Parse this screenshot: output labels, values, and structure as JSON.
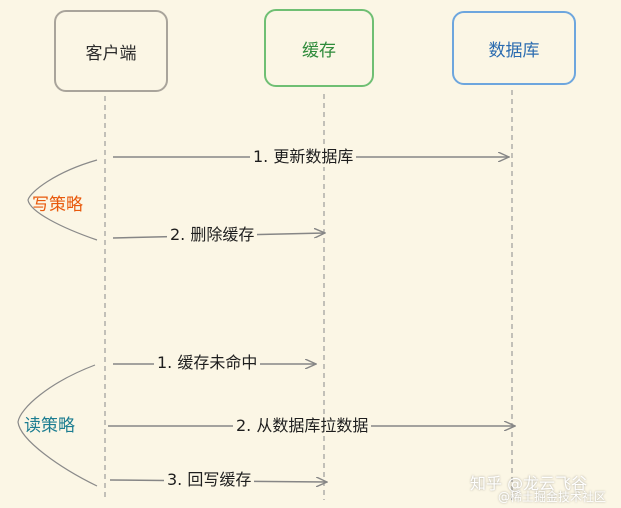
{
  "participants": {
    "client": "客户端",
    "cache": "缓存",
    "db": "数据库"
  },
  "strategies": {
    "write": "写策略",
    "read": "读策略"
  },
  "write_steps": [
    "1. 更新数据库",
    "2. 删除缓存"
  ],
  "read_steps": [
    "1. 缓存未命中",
    "2. 从数据库拉数据",
    "3. 回写缓存"
  ],
  "watermark": {
    "line1": "知乎 @龙云飞谷",
    "line2": "@稀土掘金技术社区"
  },
  "colors": {
    "background": "#fbf6e5",
    "client_border": "#a9a49b",
    "cache_border": "#6fbf73",
    "cache_text": "#2e8b3a",
    "db_border": "#6da6de",
    "db_text": "#2b6cb0",
    "write_label": "#e8590c",
    "read_label": "#1c7d91",
    "arrow": "#868686"
  }
}
